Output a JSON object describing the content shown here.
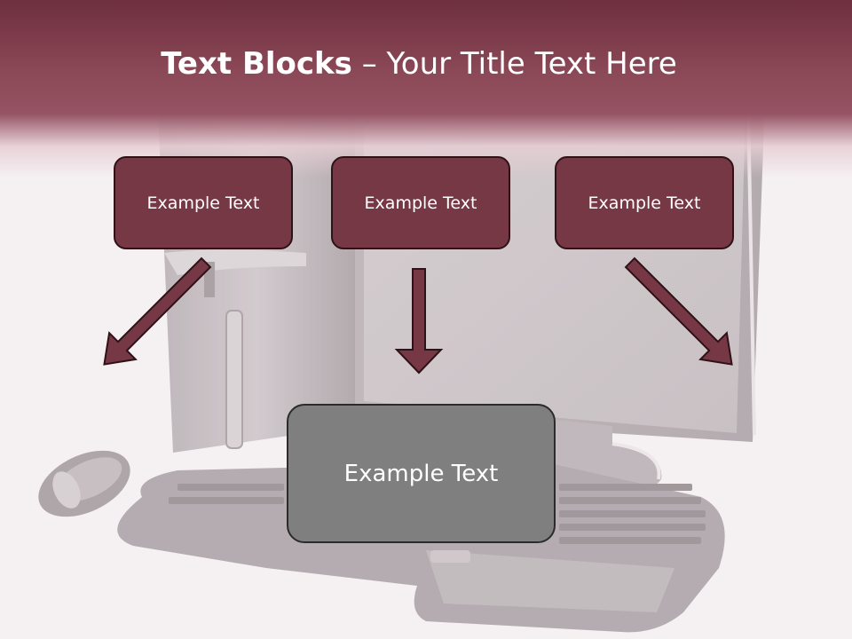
{
  "slide": {
    "title_bold": "Text Blocks",
    "title_dash": " – ",
    "title_rest": "Your Title Text Here"
  },
  "blocks": {
    "left": "Example Text",
    "center": "Example Text",
    "right": "Example Text",
    "main": "Example Text"
  },
  "colors": {
    "header": "#8b4857",
    "box_fill": "#773845",
    "box_border": "#2e1218",
    "main_fill": "#7f7f7f",
    "arrow_fill": "#773845",
    "arrow_stroke": "#2e1218"
  }
}
